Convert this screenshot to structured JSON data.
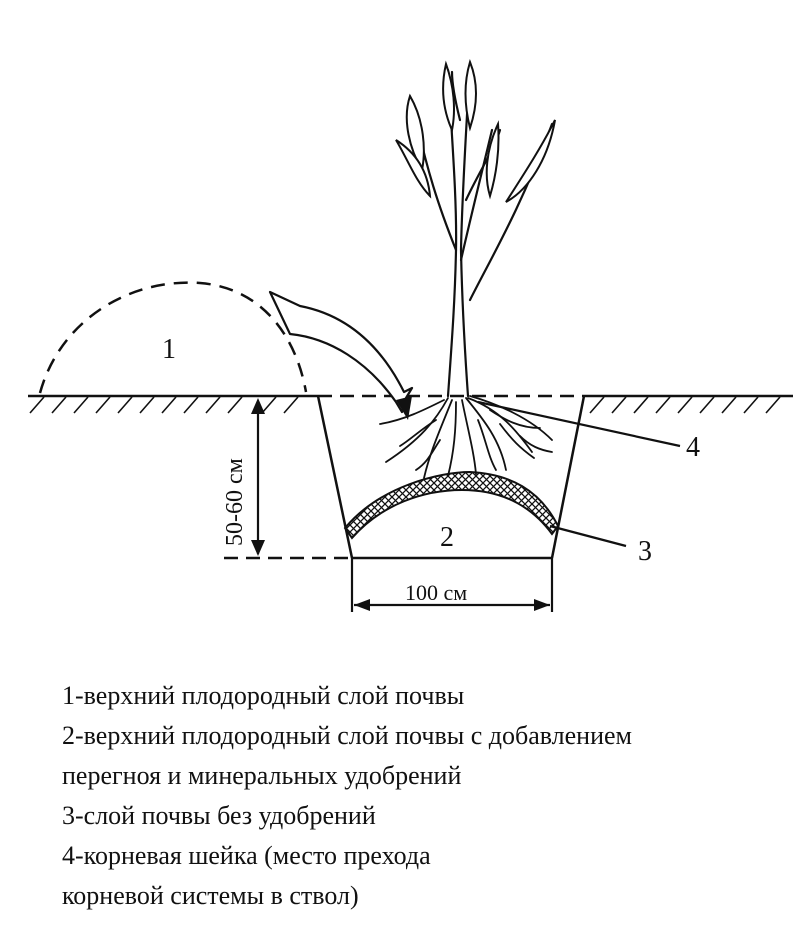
{
  "labels": {
    "n1": "1",
    "n2": "2",
    "n3": "3",
    "n4": "4",
    "depth": "50-60 см",
    "width": "100 см"
  },
  "legend": [
    "1-верхний плодородный слой почвы",
    "2-верхний плодородный слой почвы с добавлением",
    "перегноя и минеральных удобрений",
    "3-слой почвы без удобрений",
    "4-корневая шейка (место прехода",
    "корневой системы в ствол)"
  ]
}
